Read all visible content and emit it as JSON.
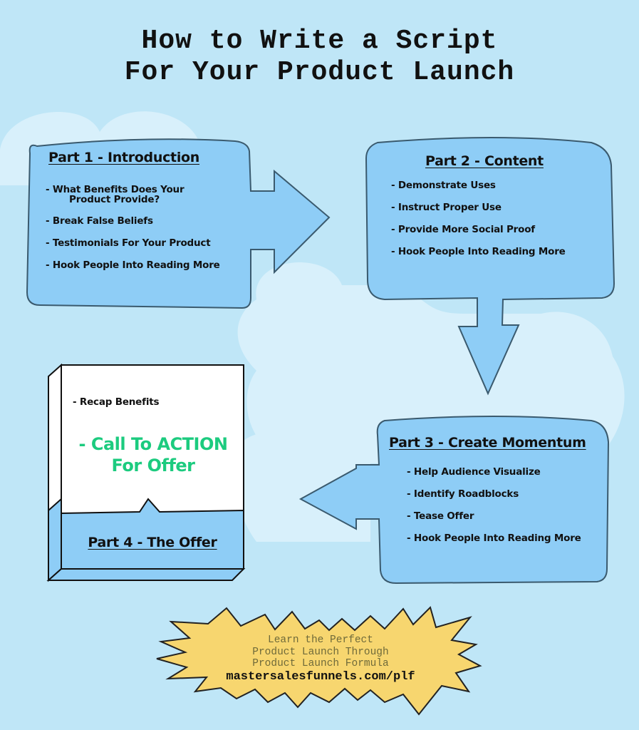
{
  "title": {
    "line1": "How to Write a Script",
    "line2": "For Your Product Launch"
  },
  "colors": {
    "background": "#bfe6f7",
    "cloud": "#d8f0fb",
    "box_fill": "#8ecdf6",
    "box_stroke": "#3a5a6e",
    "offer_card": "#ffffff",
    "cta_green": "#1ccb7f",
    "burst_fill": "#f7d66f"
  },
  "parts": [
    {
      "heading": "Part 1 - Introduction",
      "items": [
        "- What Benefits Does Your",
        "Product Provide?",
        "- Break False Beliefs",
        "- Testimonials For Your Product",
        "- Hook People Into Reading More"
      ],
      "arrow": "right"
    },
    {
      "heading": "Part 2 - Content",
      "items": [
        "- Demonstrate Uses",
        "- Instruct Proper Use",
        "- Provide More Social Proof",
        "- Hook People Into Reading More"
      ],
      "arrow": "down"
    },
    {
      "heading": "Part 3 - Create Momentum",
      "items": [
        "- Help Audience Visualize",
        "- Identify Roadblocks",
        "- Tease Offer",
        "- Hook People Into Reading More"
      ],
      "arrow": "left"
    },
    {
      "heading": "Part 4 - The Offer",
      "items": [
        "- Recap Benefits"
      ],
      "cta": {
        "line1": "- Call To ACTION",
        "line2": "For Offer"
      }
    }
  ],
  "promo": {
    "line1": "Learn the Perfect",
    "line2": "Product Launch Through",
    "line3": "Product Launch Formula",
    "url": "mastersalesfunnels.com/plf"
  }
}
